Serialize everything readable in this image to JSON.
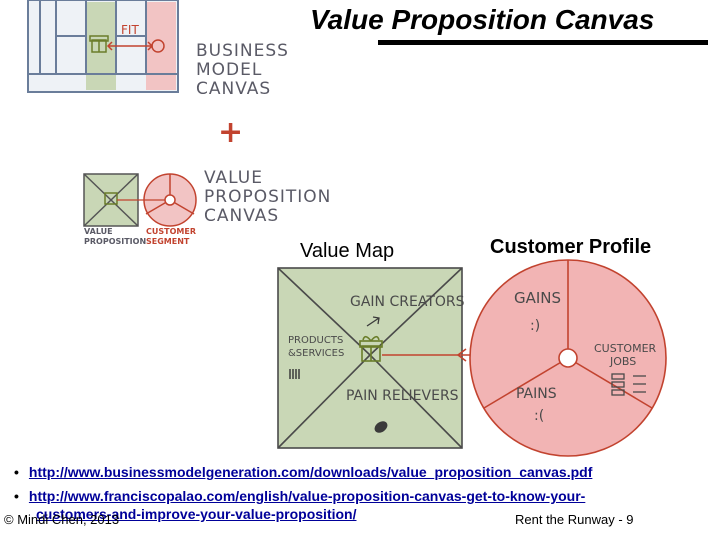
{
  "title": "Value Proposition Canvas",
  "sketch": {
    "fit": "FIT",
    "business_model_canvas": [
      "BUSINESS",
      "MODEL",
      "CANVAS"
    ],
    "plus": "+",
    "value_proposition_canvas": [
      "VALUE",
      "PROPOSITION",
      "CANVAS"
    ],
    "small_value_proposition": [
      "VALUE",
      "PROPOSITION"
    ],
    "small_customer_segment": [
      "CUSTOMER",
      "SEGMENT"
    ]
  },
  "value_map": {
    "label": "Value Map",
    "gain_creators": "GAIN CREATORS",
    "products_services": [
      "PRODUCTS",
      "&SERVICES"
    ],
    "pain_relievers": "PAIN RELIEVERS"
  },
  "customer_profile": {
    "label": "Customer Profile",
    "gains": "GAINS",
    "customer_jobs": [
      "CUSTOMER",
      "JOBS"
    ],
    "pains": "PAINS"
  },
  "links": [
    "http://www.businessmodelgeneration.com/downloads/value_proposition_canvas.pdf",
    "http://www.franciscopalao.com/english/value-proposition-canvas-get-to-know-your-",
    "customers-and-improve-your-value-proposition/"
  ],
  "footer": {
    "copyright": "© Mindi Chen, 2013",
    "page": "Rent the Runway - 9"
  },
  "colors": {
    "value_green": "#c9d7b6",
    "customer_red": "#f2b4b4",
    "link_blue": "#000099"
  }
}
